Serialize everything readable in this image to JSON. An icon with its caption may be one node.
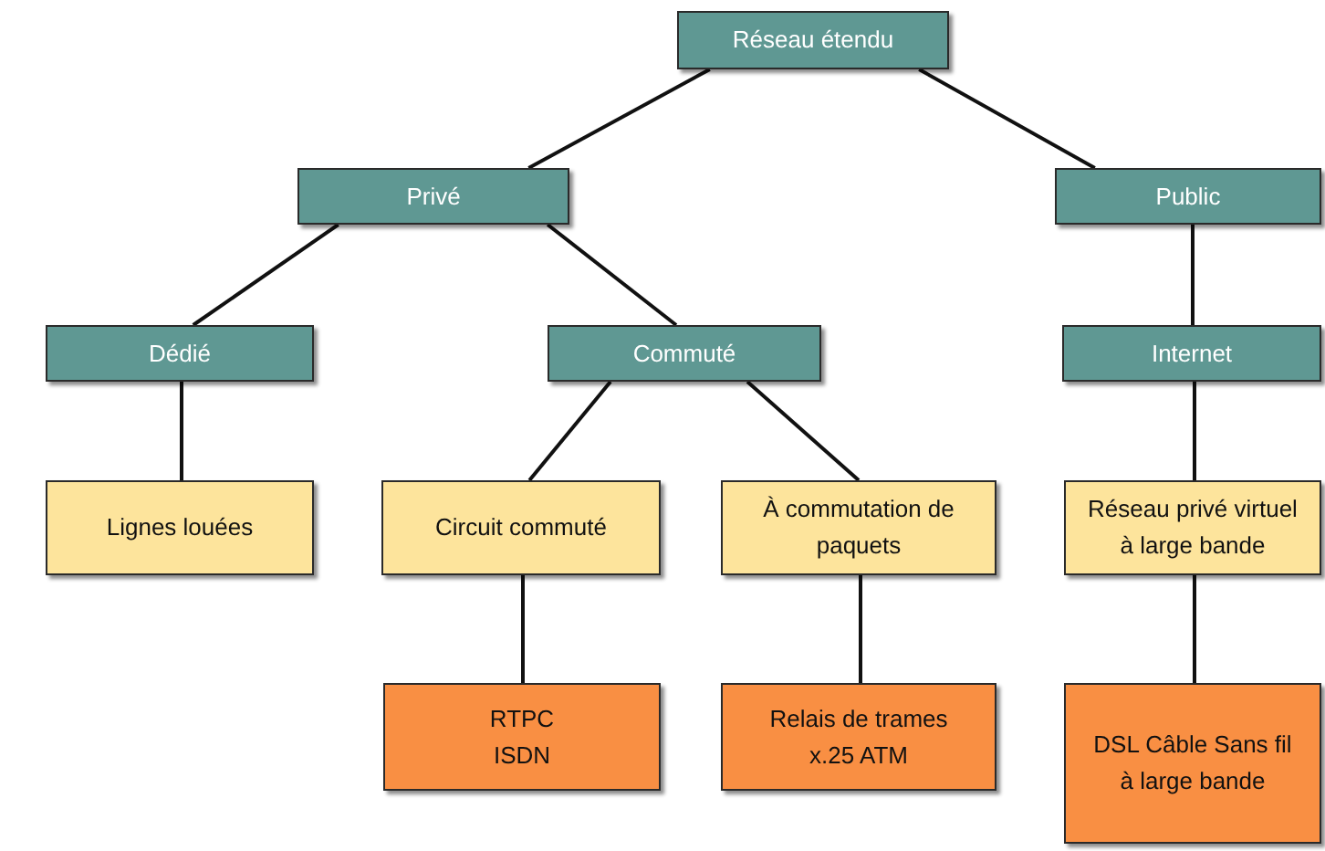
{
  "diagram": {
    "nodes": [
      {
        "text": [
          "Réseau étendu"
        ]
      },
      {
        "text": [
          "Privé"
        ]
      },
      {
        "text": [
          "Public"
        ]
      },
      {
        "text": [
          "Dédié"
        ]
      },
      {
        "text": [
          "Commuté"
        ]
      },
      {
        "text": [
          "Internet"
        ]
      },
      {
        "text": [
          "Lignes louées"
        ]
      },
      {
        "text": [
          "Circuit commuté"
        ]
      },
      {
        "text": [
          "À commutation de paquets"
        ]
      },
      {
        "text": [
          "Réseau privé virtuel à large bande"
        ]
      },
      {
        "text": [
          "RTPC ISDN"
        ]
      },
      {
        "text": [
          "Relais de trames x.25 ATM"
        ]
      },
      {
        "text": [
          "DSL Câble Sans fil à large bande"
        ]
      }
    ],
    "edges": [
      {
        "from": 0,
        "to": 1,
        "arrow": "none"
      },
      {
        "from": 0,
        "to": 2,
        "arrow": "none"
      },
      {
        "from": 1,
        "to": 3,
        "arrow": "none"
      },
      {
        "from": 1,
        "to": 4,
        "arrow": "none"
      },
      {
        "from": 2,
        "to": 5,
        "arrow": "none"
      },
      {
        "from": 3,
        "to": 6,
        "arrow": "none"
      },
      {
        "from": 4,
        "to": 7,
        "arrow": "none"
      },
      {
        "from": 4,
        "to": 8,
        "arrow": "none"
      },
      {
        "from": 5,
        "to": 9,
        "arrow": "none"
      },
      {
        "from": 7,
        "to": 10,
        "arrow": "none"
      },
      {
        "from": 8,
        "to": 11,
        "arrow": "none"
      },
      {
        "from": 9,
        "to": 12,
        "arrow": "none"
      }
    ]
  }
}
